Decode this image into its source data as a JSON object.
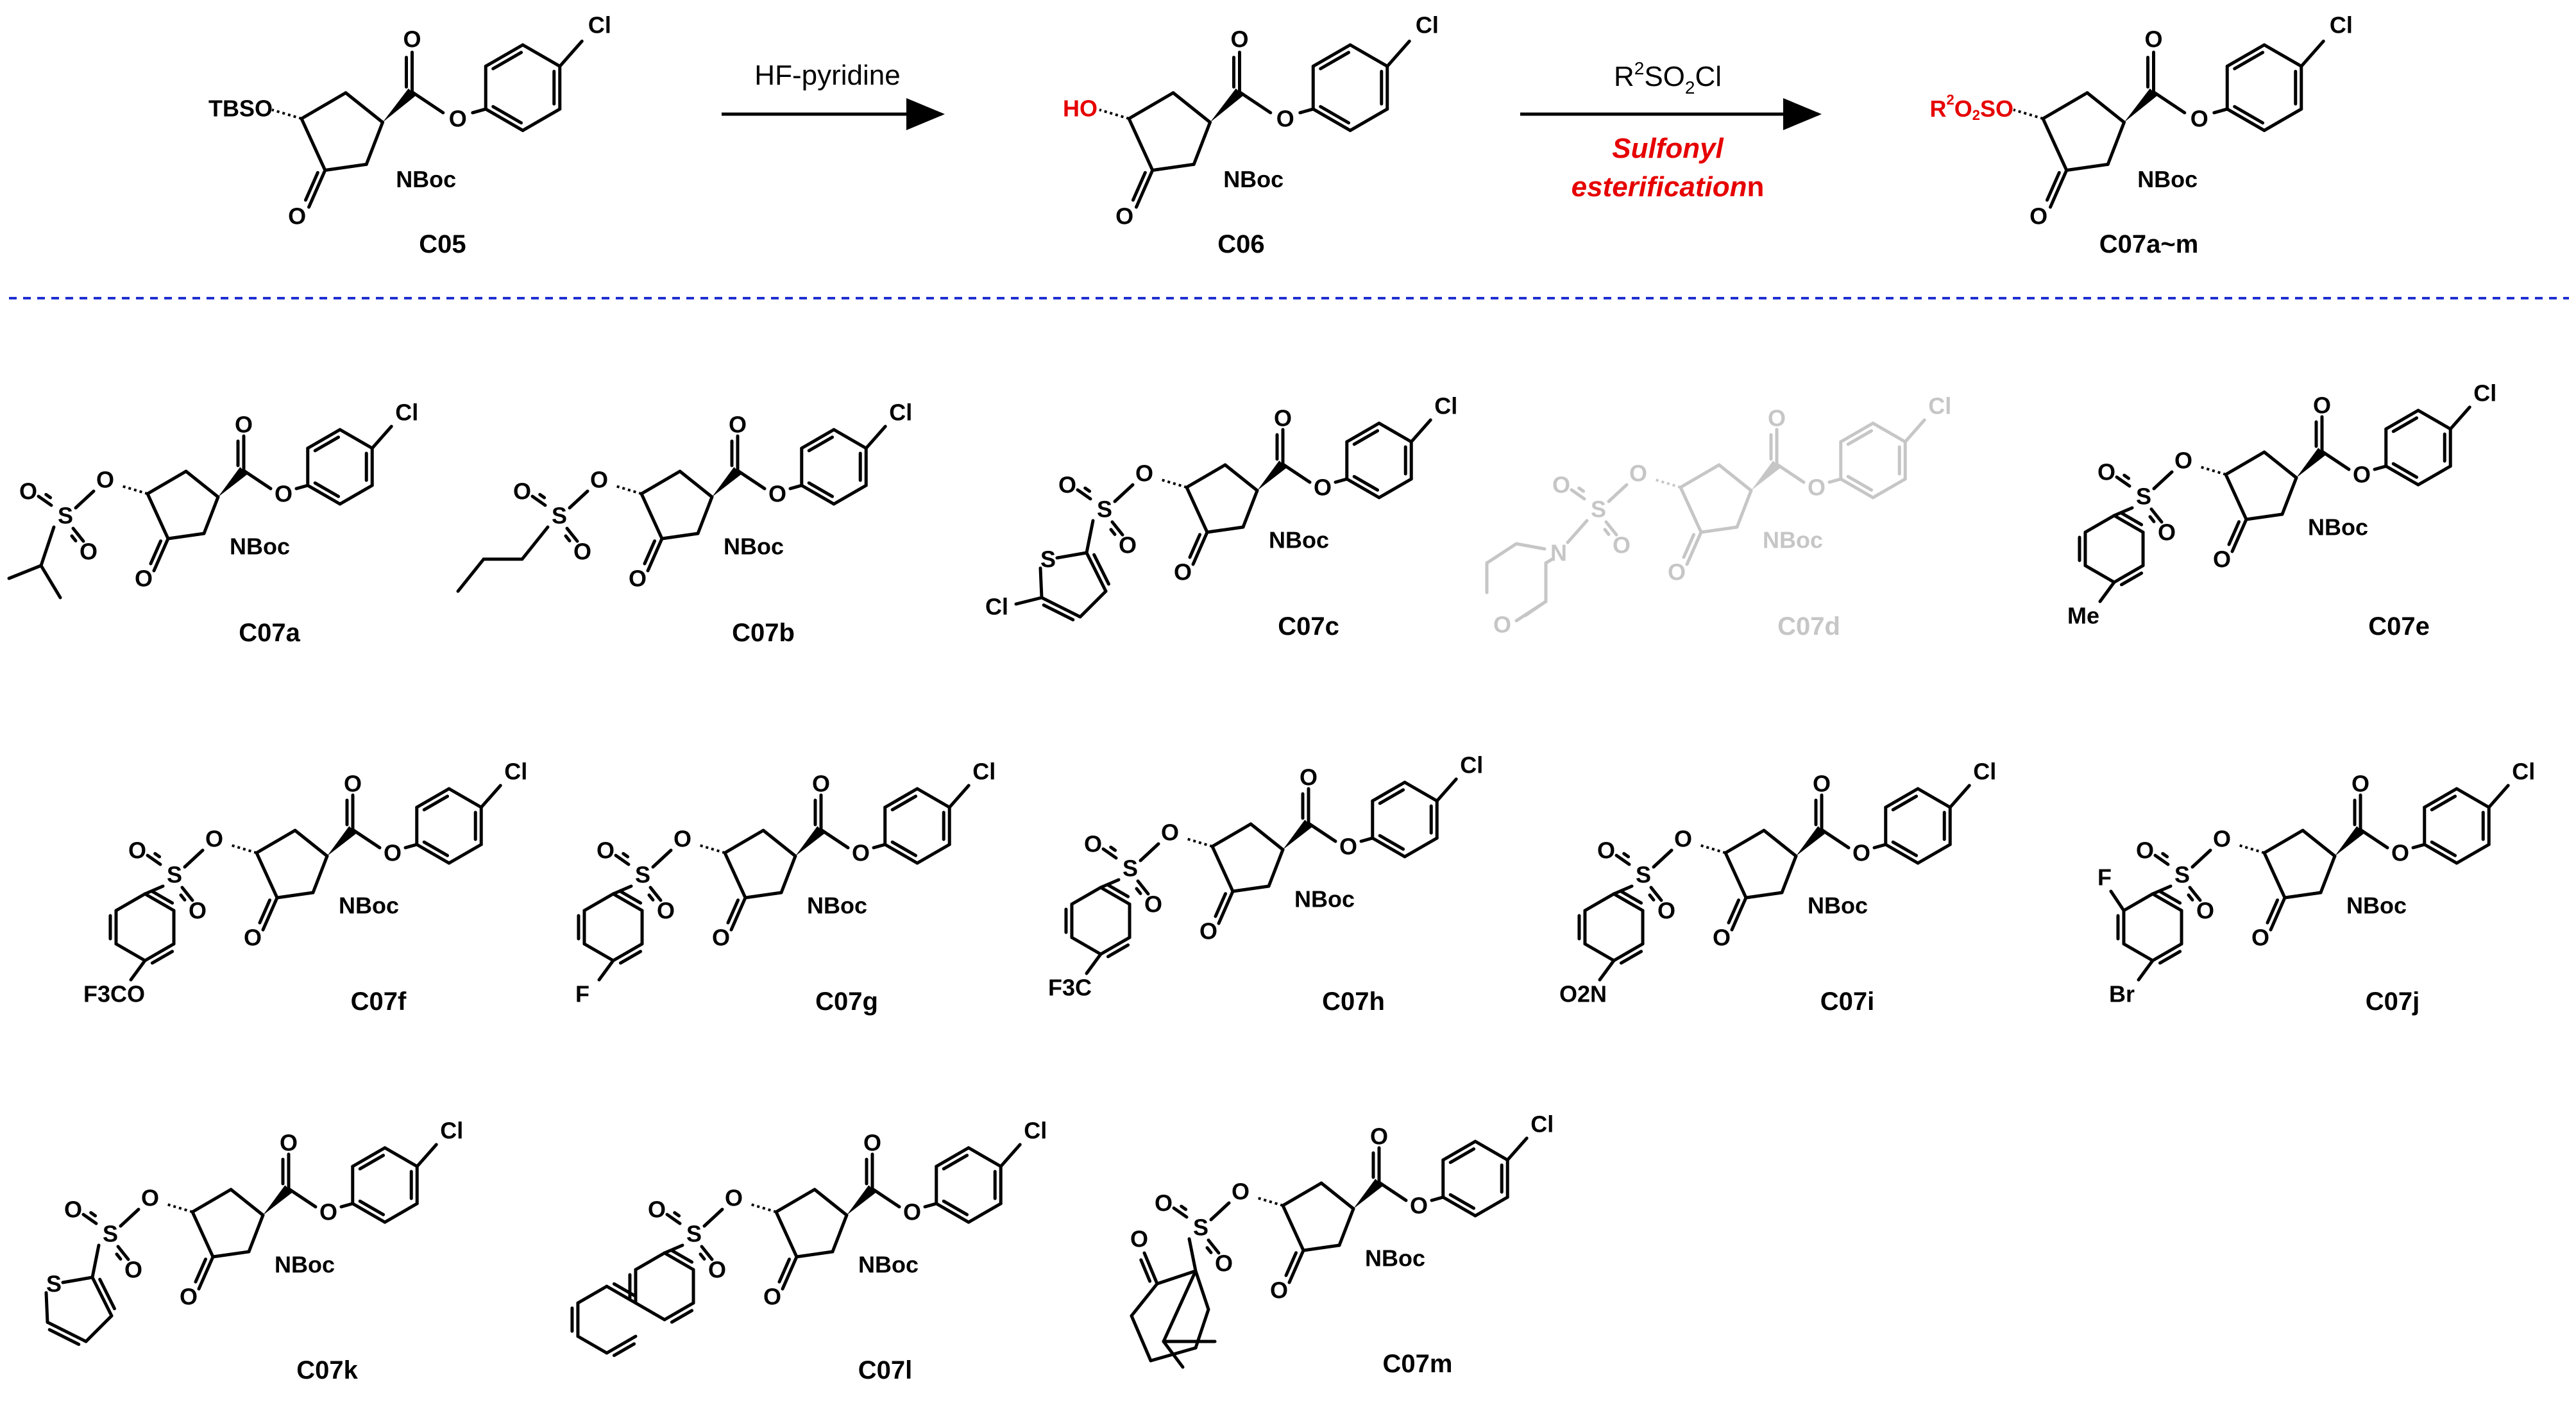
{
  "colors": {
    "ink": "#000000",
    "accent": "#e60000",
    "divider": "#1f2fd1",
    "disabled": "#c6c6c6"
  },
  "reaction": {
    "start": {
      "id": "C05",
      "protecting_group": "TBSO"
    },
    "step1": {
      "reagent": "HF-pyridine"
    },
    "intermediate": {
      "id": "C06",
      "hydroxyl": "HO"
    },
    "step2": {
      "reagent_pre": "R",
      "reagent_sup": "2",
      "reagent_mid": "SO",
      "reagent_sub": "2",
      "reagent_post": "Cl",
      "note_line1": "Sulfonyl",
      "note_line2": "esterification",
      "note_suffix": "n"
    },
    "product": {
      "id": "C07a~m",
      "group_pre": "R",
      "group_sup": "2",
      "group_mid": "O",
      "group_sub": "2",
      "group_post": "SO"
    }
  },
  "atoms": {
    "chlorine": "Cl",
    "oxygen": "O",
    "nboc": "NBoc",
    "sulfur": "S",
    "nitrogen": "N",
    "fluorine": "F",
    "bromine": "Br",
    "methyl": "Me",
    "trifluoromethoxy": "F3CO",
    "trifluoromethyl": "F3C",
    "nitro": "O2N"
  },
  "compounds": [
    {
      "id": "C07a",
      "group": "isopropyl"
    },
    {
      "id": "C07b",
      "group": "propyl"
    },
    {
      "id": "C07c",
      "group": "5-chlorothiophen-2-yl"
    },
    {
      "id": "C07d",
      "group": "morpholino",
      "faded": true
    },
    {
      "id": "C07e",
      "group": "4-methylphenyl"
    },
    {
      "id": "C07f",
      "group": "4-trifluoromethoxyphenyl"
    },
    {
      "id": "C07g",
      "group": "4-fluorophenyl"
    },
    {
      "id": "C07h",
      "group": "4-trifluoromethylphenyl"
    },
    {
      "id": "C07i",
      "group": "4-nitrophenyl"
    },
    {
      "id": "C07j",
      "group": "4-bromo-2-fluorophenyl"
    },
    {
      "id": "C07k",
      "group": "thiophen-2-yl"
    },
    {
      "id": "C07l",
      "group": "naphthalen-2-yl"
    },
    {
      "id": "C07m",
      "group": "camphor"
    }
  ]
}
